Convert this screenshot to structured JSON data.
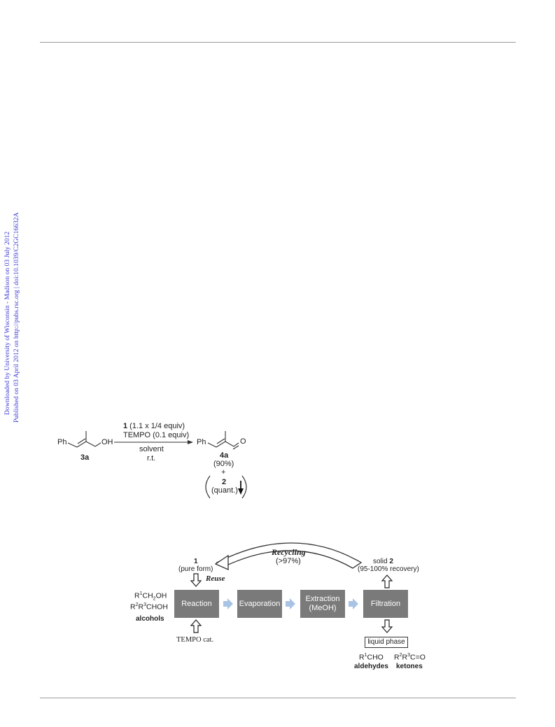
{
  "sidebar": {
    "downloaded": "Downloaded by University of Wisconsin - Madison on 03 July 2012",
    "published": "Published on 03 April 2012 on http://pubs.rsc.org | doi:10.1039/C2GC16632A"
  },
  "scheme1": {
    "reagent_num": "1",
    "reagent_equiv": " (1.1 x 1/4 equiv)",
    "reagent_tempo": "TEMPO (0.1 equiv)",
    "solvent": "solvent",
    "rt": "r.t.",
    "sm_ph": "Ph",
    "sm_oh": "OH",
    "sm_label": "3a",
    "prod_ph": "Ph",
    "prod_o": "O",
    "prod_label": "4a",
    "prod_yield": "(90%)",
    "plus": "+",
    "byproduct_label": "2",
    "byproduct_yield": "(quant.)"
  },
  "scheme2": {
    "recycling": "Recycling",
    "recycling_pct": "(>97%)",
    "reagent_num": "1",
    "reagent_form": "(pure form)",
    "reuse": "Reuse",
    "solid_prefix": "solid ",
    "solid_num": "2",
    "recovery": "(95-100% recovery)",
    "alc1_pre": "R",
    "alc1_sup": "1",
    "alc1_mid": "CH",
    "alc1_sub": "2",
    "alc1_post": "OH",
    "alc2_r2": "R",
    "alc2_sup1": "2",
    "alc2_r3": "R",
    "alc2_sup2": "3",
    "alc2_post": "CHOH",
    "alcohols": "alcohols",
    "tempo": "TEMPO cat.",
    "steps": [
      "Reaction",
      "Evaporation",
      "Extraction\n(MeOH)",
      "Filtration"
    ],
    "liquid_phase": "liquid phase",
    "ald_pre": "R",
    "ald_sup": "1",
    "ald_post": "CHO",
    "ket_r2": "R",
    "ket_sup1": "2",
    "ket_r3": "R",
    "ket_sup2": "3",
    "ket_post": "C=O",
    "aldehydes": "aldehydes",
    "ketones": "ketones"
  }
}
